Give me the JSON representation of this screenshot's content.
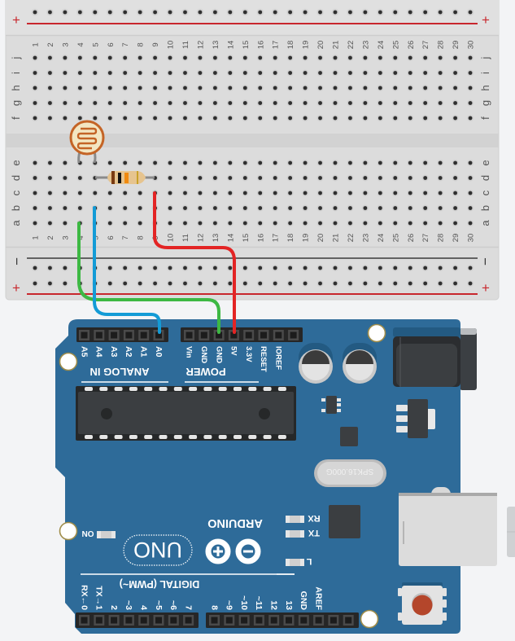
{
  "app": "Circuit simulator canvas",
  "breadboard": {
    "columns": 30,
    "top_rows": [
      "j",
      "i",
      "h",
      "g",
      "f"
    ],
    "bottom_rows": [
      "e",
      "d",
      "c",
      "b",
      "a"
    ],
    "rail_plus_label": "+",
    "rail_minus_label": "−",
    "rail_plus_color": "#d42a2a",
    "rail_minus_color": "#333333"
  },
  "components": {
    "photoresistor": {
      "name": "Photoresistor (LDR)",
      "pins": [
        "e4",
        "e5"
      ]
    },
    "resistor": {
      "name": "Resistor",
      "pins": [
        "d5",
        "d9"
      ],
      "bands": [
        "#7a3b12",
        "#111111",
        "#f08a10",
        "#c9a12a"
      ]
    }
  },
  "wires": [
    {
      "name": "green-wire",
      "color": "#3db843",
      "from": "a4",
      "to": "GND"
    },
    {
      "name": "blue-wire",
      "color": "#139bd6",
      "from": "b5",
      "to": "A0"
    },
    {
      "name": "red-wire",
      "color": "#e32424",
      "from": "c9",
      "to": "5V"
    }
  ],
  "arduino": {
    "board_color": "#2e6b99",
    "brand": "ARDUINO",
    "model": "UNO",
    "analog_header_label": "ANALOG IN",
    "analog_pins": [
      "A5",
      "A4",
      "A3",
      "A2",
      "A1",
      "A0"
    ],
    "power_header_label": "POWER",
    "power_pins": [
      "Vin",
      "GND",
      "GND",
      "5V",
      "3.3V",
      "RESET",
      "IOREF"
    ],
    "digital_header_label": "DIGITAL (PWM~)",
    "digital_pins_left": [
      "RX←0",
      "TX→1",
      "2",
      "~3",
      "4",
      "~5",
      "~6",
      "7"
    ],
    "digital_pins_right": [
      "8",
      "~9",
      "~10",
      "~11",
      "12",
      "13",
      "GND",
      "AREF"
    ],
    "led_labels": {
      "on": "ON",
      "rx": "RX",
      "tx": "TX",
      "l": "L"
    },
    "crystal_label": "SPK16.000G"
  }
}
